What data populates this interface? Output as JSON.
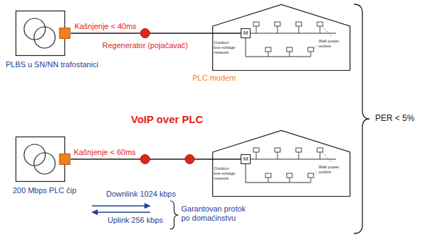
{
  "diagram": {
    "title": "VoIP over PLC",
    "nodes": [
      {
        "text": [
          "PLBS u SN/NN trafostanici"
        ]
      },
      {
        "text": [
          "Regenerator (pojačavač)"
        ]
      },
      {
        "text": [
          "Outdoor low-voltage network",
          "Wall power outlets"
        ]
      },
      {
        "text": [
          "M"
        ],
        "in": 2
      },
      {
        "text": [
          "200 Mbps PLC čip"
        ]
      },
      {
        "text": [
          "Outdoor low-voltage network",
          "Wall power outlets"
        ]
      },
      {
        "text": [
          "M"
        ],
        "in": 5
      }
    ],
    "edges": [
      {
        "from": 0,
        "to": 1,
        "label": "Kašnjenje < 40ms",
        "arrow": "none"
      },
      {
        "from": 1,
        "to": 3,
        "arrow": "none"
      },
      {
        "from": 4,
        "to": 6,
        "label": "Kašnjenje < 60ms",
        "arrow": "none"
      }
    ],
    "labels": [
      "PLC modem",
      "Downlink 1024 kbps",
      "Uplink 256 kbps",
      "Garantovan protok po domaćinstvu",
      "PER < 5%"
    ]
  }
}
